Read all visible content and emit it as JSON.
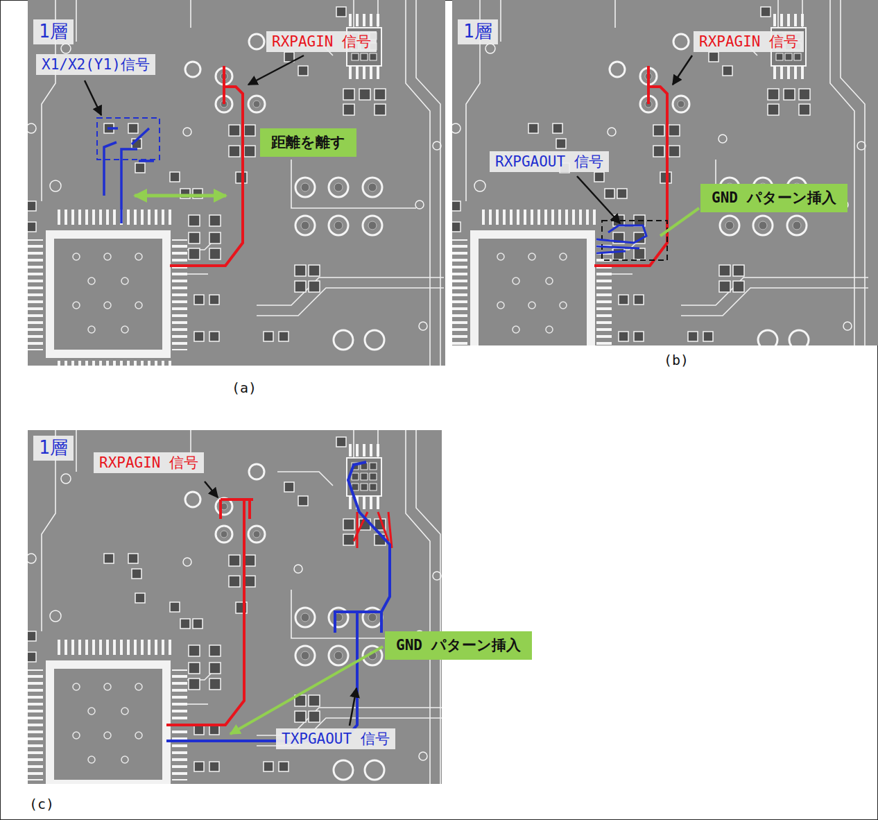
{
  "diagram": {
    "nodes": [
      {
        "text": [
          "距離を離す"
        ]
      },
      {
        "text": [
          "GND パターン挿入"
        ]
      },
      {
        "text": [
          "GND パターン挿入"
        ]
      }
    ],
    "labels": [
      "1層",
      "X1/X2(Y1)信号",
      "RXPAGIN 信号",
      "(a)",
      "1層",
      "RXPAGIN 信号",
      "RXPGAOUT 信号",
      "(b)",
      "1層",
      "RXPAGIN 信号",
      "TXPGAOUT 信号",
      "(c)"
    ]
  }
}
